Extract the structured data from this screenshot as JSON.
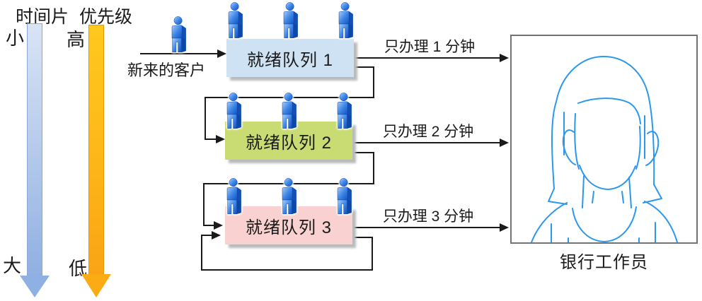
{
  "legend": {
    "time_slice": {
      "title": "时间片",
      "top": "小",
      "bottom": "大",
      "arrow_color": "#8fb0e2"
    },
    "priority": {
      "title": "优先级",
      "top": "高",
      "bottom": "低",
      "arrow_color": "#fbab13"
    }
  },
  "new_customer": {
    "label": "新来的客户"
  },
  "queues": [
    {
      "label": "就绪队列 1",
      "service_label": "只办理 1 分钟",
      "customers": 3,
      "color": "#cfe2f4"
    },
    {
      "label": "就绪队列 2",
      "service_label": "只办理 2 分钟",
      "customers": 3,
      "color": "#c8dc73"
    },
    {
      "label": "就绪队列 3",
      "service_label": "只办理 3 分钟",
      "customers": 3,
      "color": "#f9d1d0"
    }
  ],
  "worker": {
    "label": "银行工作员"
  },
  "colors": {
    "connector": "#1a1a1a",
    "person_icon_blue": "#3f87e8",
    "worker_line": "#2b97ee",
    "queue_shadow": "#b9babc"
  }
}
